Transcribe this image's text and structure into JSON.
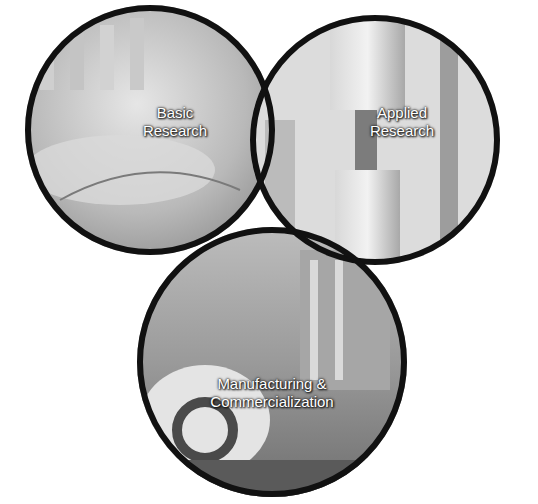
{
  "diagram": {
    "nodes": [
      {
        "text": [
          "Basic Research"
        ]
      },
      {
        "text": [
          "Applied Research"
        ]
      },
      {
        "text": [
          "Manufacturing & Commercialization"
        ]
      }
    ]
  }
}
